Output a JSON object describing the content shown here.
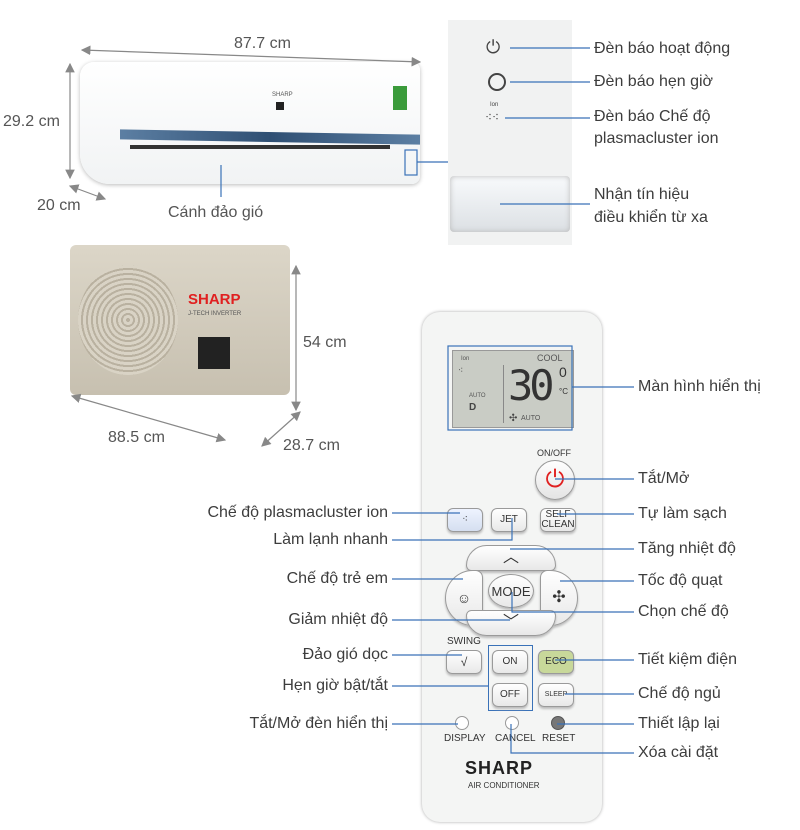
{
  "indoor": {
    "width": "87.7 cm",
    "height": "29.2 cm",
    "depth": "20 cm",
    "louver_label": "Cánh đảo gió",
    "brand": "SHARP"
  },
  "panel": {
    "power_light": "Đèn báo hoạt động",
    "timer_light": "Đèn báo hẹn giờ",
    "plasma_light_1": "Đèn báo Chế độ",
    "plasma_light_2": "plasmacluster ion",
    "receiver_1": "Nhận tín hiệu",
    "receiver_2": "điều khiển từ xa",
    "ion_text": "Ion"
  },
  "outdoor": {
    "height": "54 cm",
    "width": "88.5 cm",
    "depth": "28.7 cm",
    "brand": "SHARP",
    "jtech": "J-TECH INVERTER"
  },
  "remote": {
    "lcd": {
      "mode": "COOL",
      "temp": "30",
      "decimal": "0",
      "unit": "°C",
      "fan": "AUTO",
      "auto": "AUTO",
      "ion": "Ion",
      "swing": "D"
    },
    "buttons": {
      "onoff": "ON/OFF",
      "jet": "JET",
      "self_clean_1": "SELF",
      "self_clean_2": "CLEAN",
      "mode": "MODE",
      "swing": "SWING",
      "on": "ON",
      "off": "OFF",
      "eco": "ECO",
      "sleep": "SLEEP",
      "display": "DISPLAY",
      "cancel": "CANCEL",
      "reset": "RESET"
    },
    "brand": "SHARP",
    "subtitle": "AIR CONDITIONER"
  },
  "labels_right": [
    "Màn hình hiển thị",
    "Tắt/Mở",
    "Tự làm sạch",
    "Tăng nhiệt độ",
    "Tốc độ quạt",
    "Chọn chế độ",
    "Tiết kiệm điện",
    "Chế độ ngủ",
    "Thiết lập lại",
    "Xóa cài đặt"
  ],
  "labels_left": [
    "Chế độ plasmacluster ion",
    "Làm lạnh nhanh",
    "Chế độ trẻ em",
    "Giảm nhiệt độ",
    "Đảo gió dọc",
    "Hẹn giờ bật/tắt",
    "Tắt/Mở đèn hiển thị"
  ],
  "colors": {
    "leader": "#3a72b8",
    "power_red": "#e02020",
    "eco_green": "#c8d89a",
    "lcd": "#c9ccc5"
  }
}
